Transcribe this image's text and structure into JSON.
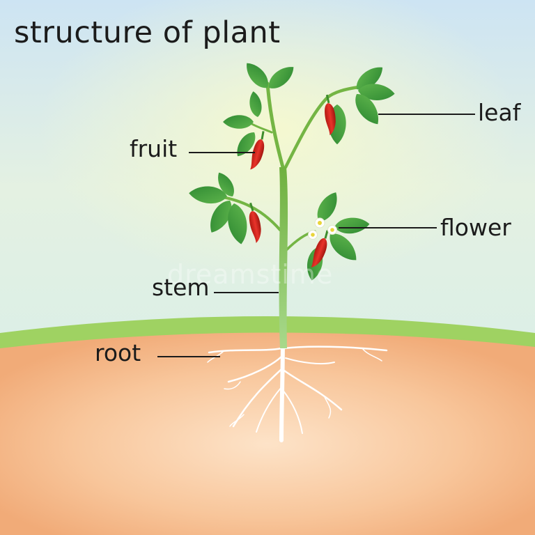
{
  "title": "structure of plant",
  "labels": {
    "leaf": "leaf",
    "fruit": "fruit",
    "flower": "flower",
    "stem": "stem",
    "root": "root"
  },
  "watermark": "dreamstime",
  "colors": {
    "sky_top": "#cfe6f3",
    "sky_bottom": "#edf6d8",
    "grass": "#9cd15c",
    "soil": "#f3b07f",
    "soil_light": "#fbd9b8",
    "leaf": "#3b9a39",
    "leaf_light": "#5fb54c",
    "stem": "#79b94a",
    "fruit": "#d9261b",
    "flower": "#ffffff",
    "root": "#ffffff",
    "text": "#1b1b1b"
  }
}
